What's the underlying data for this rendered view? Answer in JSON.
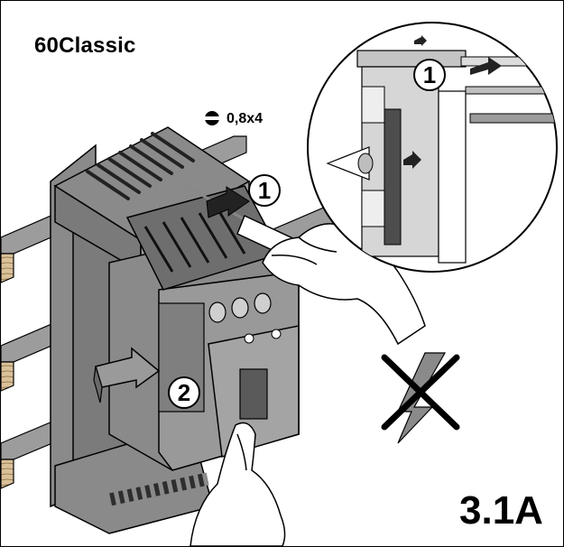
{
  "title": "60Classic",
  "tool": {
    "icon": "flat-screwdriver-icon",
    "size_label": "0,8x4"
  },
  "steps": {
    "step1": "1",
    "step2": "2",
    "detail_step1": "1"
  },
  "figure_number": "3.1A",
  "colors": {
    "housing_gray": "#8a8a8a",
    "dark_gray": "#4d4d4d",
    "light_gray": "#c4c4c4",
    "outline": "#000000",
    "rail": "#9c9c9c",
    "wood": "#d2b48c"
  }
}
